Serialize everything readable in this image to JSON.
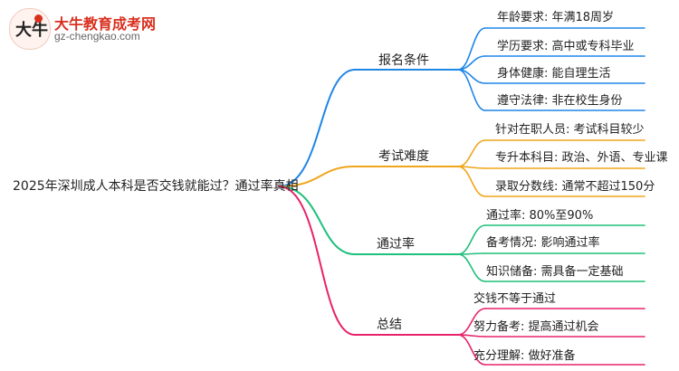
{
  "brand": {
    "name": "大牛教育成考网",
    "url": "gz-chengkao.com",
    "mark": "大牛"
  },
  "root": {
    "label": "2025年深圳成人本科是否交钱就能过？通过率真相"
  },
  "branches": [
    {
      "label": "报名条件",
      "color": "#1f86e8",
      "leaves": [
        "年龄要求: 年满18周岁",
        "学历要求: 高中或专科毕业",
        "身体健康: 能自理生活",
        "遵守法律: 非在校生身份"
      ]
    },
    {
      "label": "考试难度",
      "color": "#f0a51a",
      "leaves": [
        "针对在职人员: 考试科目较少",
        "专升本科目: 政治、外语、专业课",
        "录取分数线: 通常不超过150分"
      ]
    },
    {
      "label": "通过率",
      "color": "#1ec07a",
      "leaves": [
        "通过率: 80%至90%",
        "备考情况: 影响通过率",
        "知识储备: 需具备一定基础"
      ]
    },
    {
      "label": "总结",
      "color": "#e8226a",
      "leaves": [
        "交钱不等于通过",
        "努力备考: 提高通过机会",
        "充分理解: 做好准备"
      ]
    }
  ]
}
